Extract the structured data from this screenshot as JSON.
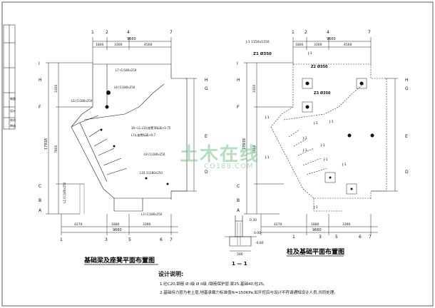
{
  "left_plan": {
    "title": "基础梁及座凳平面布置图",
    "top_total": "9660",
    "top_dims": [
      "1800",
      "3300",
      "4560"
    ],
    "bottom_dims": [
      "4270",
      "1880",
      "3390"
    ],
    "bottom_total": "9660",
    "left_dims": [
      "17938",
      "7800",
      "3300"
    ],
    "grid_cols_top": [
      "1",
      "2",
      "4",
      "7"
    ],
    "grid_cols_bottom": [
      "1",
      "3",
      "5",
      "6",
      "7"
    ],
    "grid_rows": [
      "I",
      "H",
      "G",
      "F",
      "E",
      "D",
      "C",
      "B",
      "A"
    ],
    "beam_labels": [
      "L7 (1)180x250",
      "L8 (1)180x250",
      "L6 (1)180x250",
      "L9 (1)180x250",
      "L10 (1)180x250",
      "L2 (1)180x250",
      "L3 (1)180x250"
    ],
    "annotation": "16~L1,L10,座凳顶标高+0.75",
    "annotation2": "L7a,座凳标高+0.7"
  },
  "right_plan": {
    "title": "柱及基础平面布置图",
    "top_total": "9660",
    "top_dims": [
      "1800",
      "3300",
      "4560"
    ],
    "bottom_dims": [
      "4270",
      "1880",
      "3390"
    ],
    "bottom_total": "9660",
    "left_dims": [
      "17938",
      "7800",
      "3300"
    ],
    "grid_cols_top": [
      "1",
      "2",
      "4",
      "7"
    ],
    "grid_cols_bottom": [
      "1",
      "3",
      "5",
      "6",
      "7"
    ],
    "grid_rows": [
      "I",
      "H",
      "G",
      "F",
      "E",
      "D",
      "C",
      "B",
      "A"
    ],
    "legend_j1": "J-1 1150x1150",
    "legend_z1": "Z1 Ø350",
    "labels": [
      "Z1 Ø350",
      "Z2 Ø350",
      "Z3 Ø350",
      "J-1",
      "J-1",
      "J-1",
      "J-1",
      "J-1",
      "J-1",
      "J-1",
      "J-1",
      "J-1",
      "J-1",
      "J-1"
    ]
  },
  "section": {
    "label": "1 — 1",
    "elev_top": "0.30",
    "elev_mid": "0.00",
    "elev_bot": "-0.60",
    "width": "500"
  },
  "notes": {
    "heading": "设计说明:",
    "line1": "1.砼C20,钢筋 Ø I级 Ø II级 /钢筋保护层:梁25,基础40,柱25。",
    "line2": "2.基础持力层为老土层,地基承载力标准值fk=150KPa,如开挖后与设计不符请通知设计人员,共同处理。"
  },
  "watermark": {
    "main": "土木在线",
    "sub": "CO188.COM"
  },
  "title_block": {
    "cells": [
      "制图",
      "设计",
      "校对",
      "审核"
    ]
  }
}
